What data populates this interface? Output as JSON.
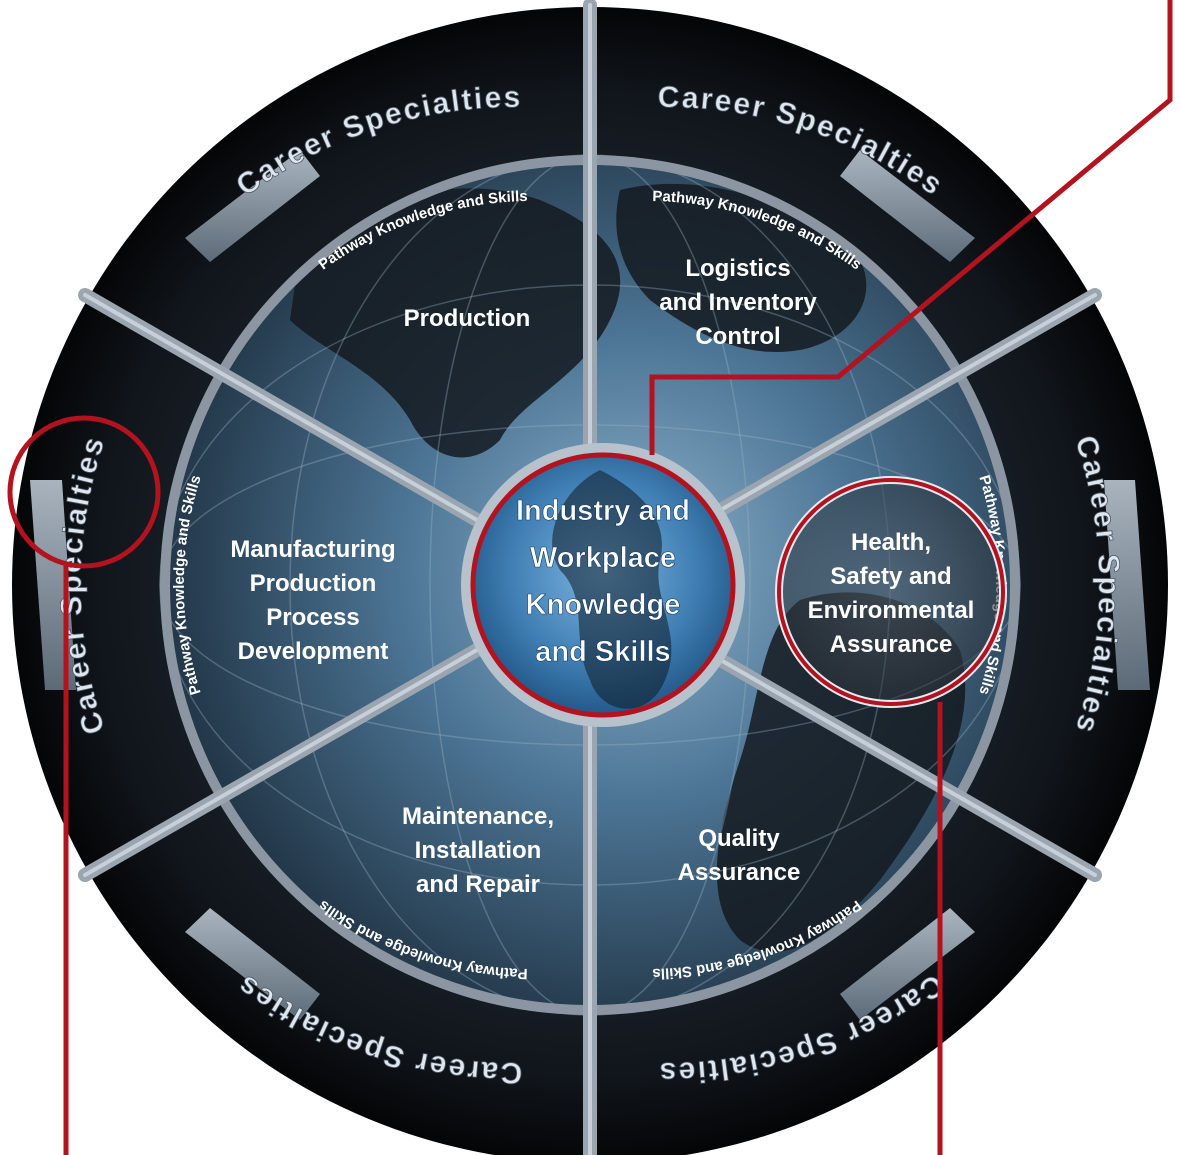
{
  "center": {
    "lines": [
      "Industry and",
      "Workplace",
      "Knowledge",
      "and Skills"
    ]
  },
  "pathways": [
    {
      "id": "production",
      "lines": [
        "Production"
      ]
    },
    {
      "id": "logistics",
      "lines": [
        "Logistics",
        "and Inventory",
        "Control"
      ]
    },
    {
      "id": "health-safety",
      "lines": [
        "Health,",
        "Safety and",
        "Environmental",
        "Assurance"
      ]
    },
    {
      "id": "quality",
      "lines": [
        "Quality",
        "Assurance"
      ]
    },
    {
      "id": "maintenance",
      "lines": [
        "Maintenance,",
        "Installation",
        "and Repair"
      ]
    },
    {
      "id": "manufacturing",
      "lines": [
        "Manufacturing",
        "Production",
        "Process",
        "Development"
      ]
    }
  ],
  "ring": {
    "career_label": "Career Specialties",
    "knowledge_label": "Pathway Knowledge and Skills"
  },
  "colors": {
    "accent_red": "#b3121f",
    "outer_ring": "#050607",
    "globe_blue": "#3d6f93",
    "spoke_grey": "#8b96a2"
  }
}
